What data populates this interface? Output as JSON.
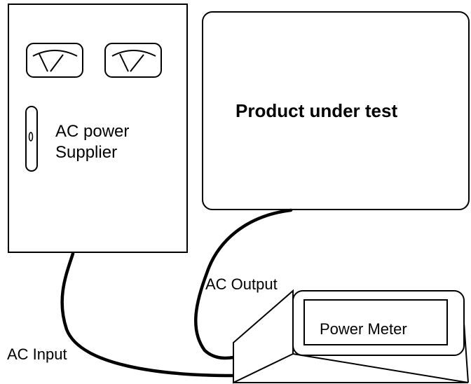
{
  "supplier": {
    "label_line1": "AC power",
    "label_line2": "Supplier"
  },
  "product": {
    "label": "Product under test"
  },
  "meter": {
    "label": "Power Meter"
  },
  "cables": {
    "input_label": "AC Input",
    "output_label": "AC Output"
  },
  "colors": {
    "line": "#000000",
    "background": "#ffffff"
  }
}
